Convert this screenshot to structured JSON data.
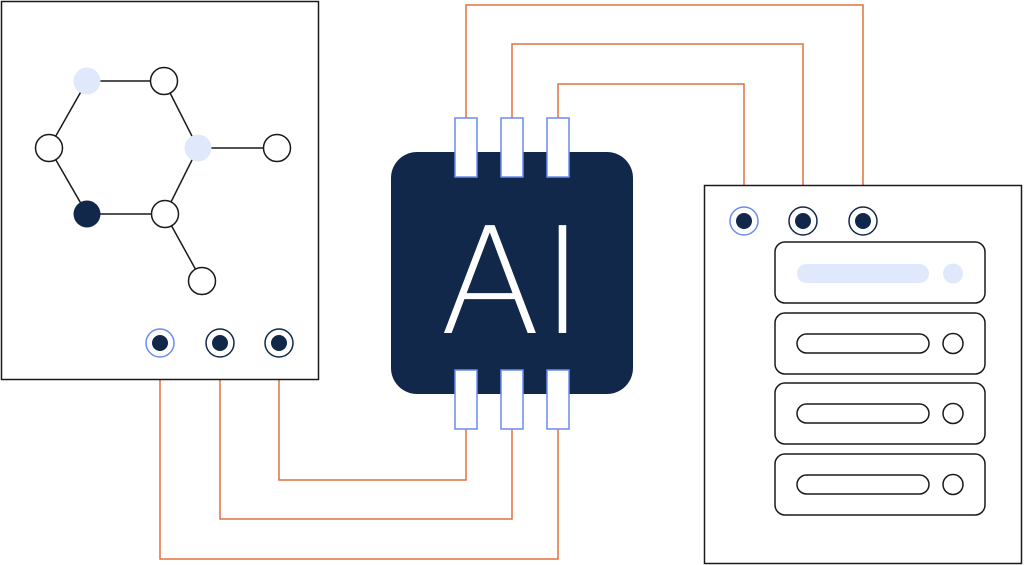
{
  "colors": {
    "navy": "#12284a",
    "wire": "#e0703f",
    "accent_blue": "#6b8cf0",
    "light_blue": "#e0e9fb",
    "outline": "#1a1a1a",
    "background": "#ffffff"
  },
  "chip": {
    "label": "AI",
    "top_pins": 3,
    "bottom_pins": 3
  },
  "left_panel": {
    "name": "molecule-graph-panel",
    "graph": {
      "nodes": [
        {
          "id": "n1",
          "style": "light"
        },
        {
          "id": "n2",
          "style": "outline"
        },
        {
          "id": "n3",
          "style": "outline"
        },
        {
          "id": "n4",
          "style": "light"
        },
        {
          "id": "n5",
          "style": "outline"
        },
        {
          "id": "n6",
          "style": "dark"
        },
        {
          "id": "n7",
          "style": "outline"
        },
        {
          "id": "n8",
          "style": "outline"
        }
      ],
      "edges": [
        [
          "n1",
          "n2"
        ],
        [
          "n1",
          "n3"
        ],
        [
          "n2",
          "n4"
        ],
        [
          "n4",
          "n5"
        ],
        [
          "n3",
          "n6"
        ],
        [
          "n6",
          "n7"
        ],
        [
          "n4",
          "n7"
        ],
        [
          "n7",
          "n8"
        ]
      ]
    },
    "ports": [
      "highlighted",
      "normal",
      "normal"
    ]
  },
  "right_panel": {
    "name": "server-rack-panel",
    "ports": [
      "highlighted",
      "normal",
      "normal"
    ],
    "units": [
      {
        "state": "active"
      },
      {
        "state": "idle"
      },
      {
        "state": "idle"
      },
      {
        "state": "idle"
      }
    ]
  }
}
